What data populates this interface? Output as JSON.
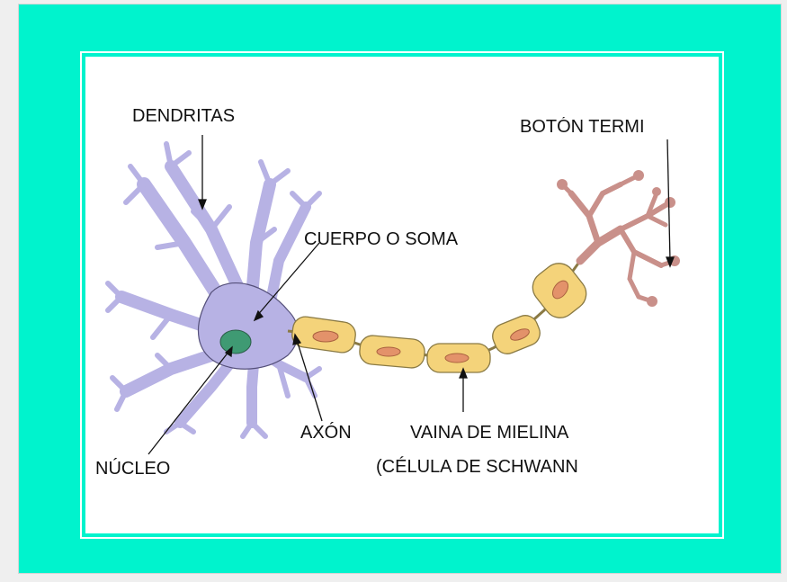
{
  "labels": {
    "dendrites": "DENDRITAS",
    "terminal_button": "BOTÓN TERMI",
    "soma": "CUERPO O SOMA",
    "nucleus": "NÚCLEO",
    "axon": "AXÓN",
    "myelin_line1": "VAINA DE MIELINA",
    "myelin_line2": "(CÉLULA DE SCHWANN"
  },
  "colors": {
    "background": "#00f3cd",
    "neuron_body": "#b7b2e4",
    "nucleus": "#3f9a73",
    "myelin": "#f4d37a",
    "myelin_core": "#e3926a",
    "terminal": "#c9908a"
  }
}
